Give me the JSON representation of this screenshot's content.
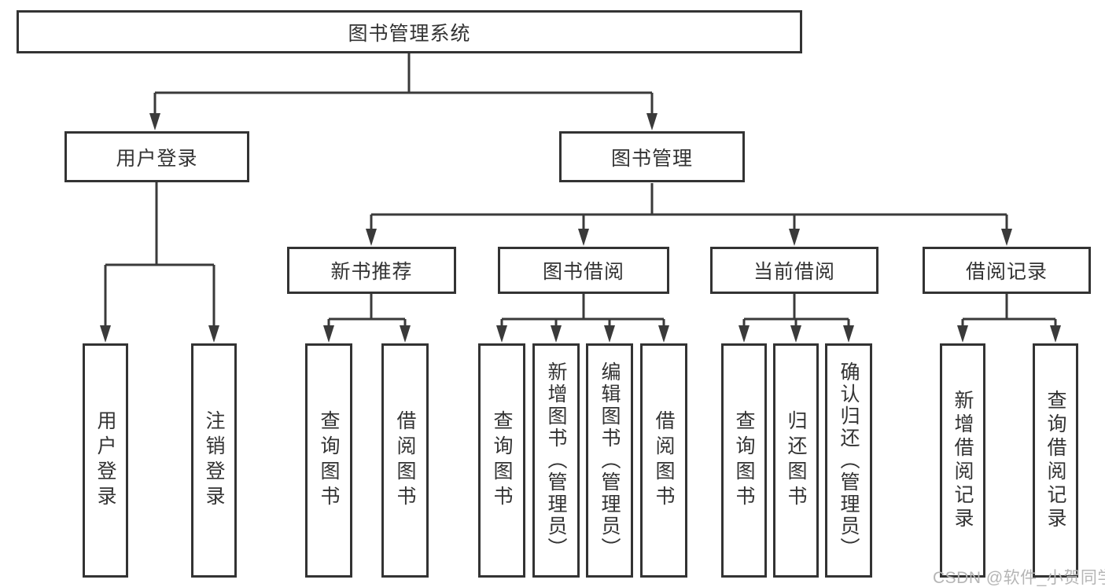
{
  "tree": {
    "root": {
      "label": "图书管理系统"
    },
    "branches": {
      "user_login": {
        "label": "用户登录",
        "children": [
          {
            "label": "用户登录"
          },
          {
            "label": "注销登录"
          }
        ]
      },
      "book_management": {
        "label": "图书管理",
        "sections": [
          {
            "label": "新书推荐",
            "children": [
              {
                "label": "查询图书"
              },
              {
                "label": "借阅图书"
              }
            ]
          },
          {
            "label": "图书借阅",
            "children": [
              {
                "label": "查询图书"
              },
              {
                "label": "新增图书（管理员）"
              },
              {
                "label": "编辑图书（管理员）"
              },
              {
                "label": "借阅图书"
              }
            ]
          },
          {
            "label": "当前借阅",
            "children": [
              {
                "label": "查询图书"
              },
              {
                "label": "归还图书"
              },
              {
                "label": "确认归还（管理员）"
              }
            ]
          },
          {
            "label": "借阅记录",
            "children": [
              {
                "label": "新增借阅记录"
              },
              {
                "label": "查询借阅记录"
              }
            ]
          }
        ]
      }
    }
  },
  "watermark": {
    "text": "CSDN @软件_小贺同学"
  },
  "colors": {
    "background": "#ffffff",
    "box_border": "#333333",
    "connector_line": "#3a3a3a",
    "text": "#333333",
    "watermark_text": "#b5b5b5"
  }
}
